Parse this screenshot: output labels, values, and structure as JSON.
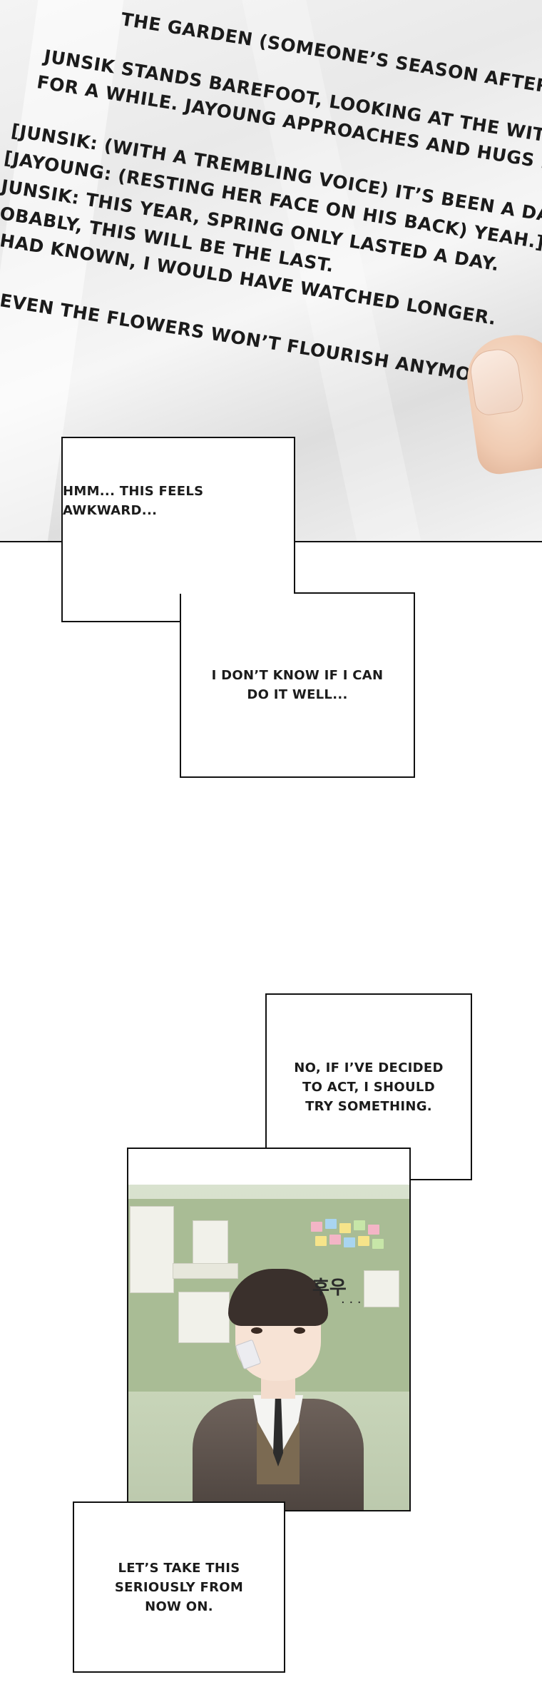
{
  "script_page": {
    "lines": [
      "THE GARDEN (SOMEONE’S SEASON AFTERNOON)]",
      "JUNSIK STANDS BAREFOOT, LOOKING AT THE WITHERED FLO",
      "FOR A WHILE. JAYOUNG APPROACHES AND HUGS HIM.",
      "[JUNSIK: (WITH A TREMBLING VOICE) IT’S BEEN A DAY.]",
      "[JAYOUNG: (RESTING HER FACE ON HIS BACK) YEAH.]",
      "JUNSIK: THIS YEAR, SPRING ONLY LASTED A DAY.",
      "OBABLY, THIS WILL BE THE LAST.",
      "HAD KNOWN, I WOULD HAVE WATCHED LONGER.",
      "EVEN THE FLOWERS WON’T FLOURISH ANYMORE.]"
    ]
  },
  "captions": {
    "awkward": "HMM... THIS FEELS AWKWARD...",
    "do_it_well": "I DON’T KNOW IF I CAN DO IT WELL...",
    "decided_to_act": "NO, IF I’VE DECIDED TO ACT, I SHOULD TRY SOMETHING.",
    "seriously": "LET’S TAKE THIS SERIOUSLY FROM NOW ON."
  },
  "sfx": {
    "sigh": "후우",
    "dots": ". . ."
  }
}
